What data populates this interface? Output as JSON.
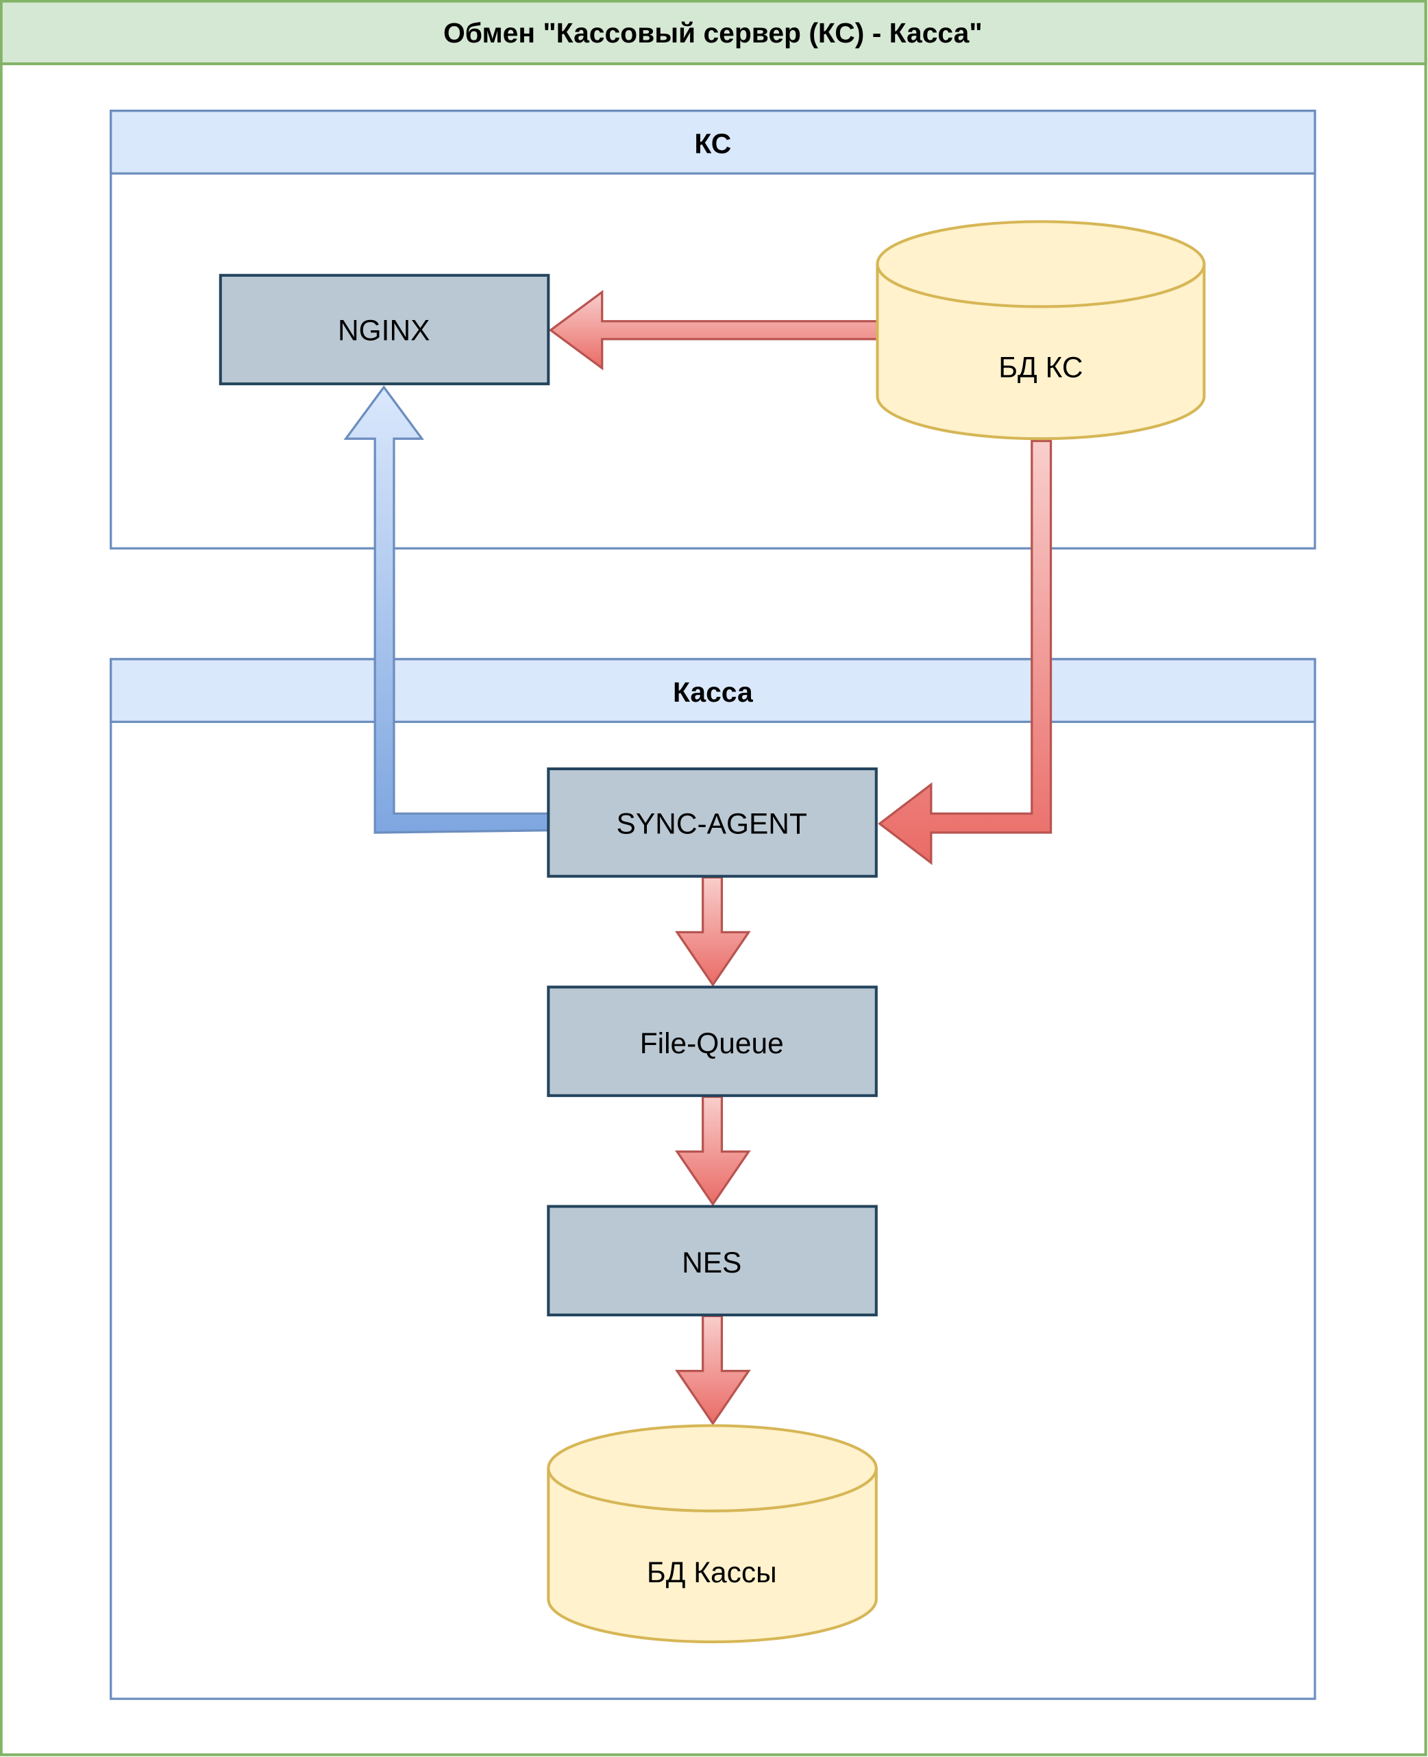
{
  "diagram": {
    "title": "Обмен \"Кассовый сервер (КС) - Касса\"",
    "lanes": {
      "ks": {
        "label": "КС"
      },
      "kassa": {
        "label": "Касса"
      }
    },
    "nodes": {
      "nginx": {
        "label": "NGINX",
        "shape": "process"
      },
      "db_ks": {
        "label": "БД КС",
        "shape": "database"
      },
      "sync_agent": {
        "label": "SYNC-AGENT",
        "shape": "process"
      },
      "file_queue": {
        "label": "File-Queue",
        "shape": "process"
      },
      "nes": {
        "label": "NES",
        "shape": "process"
      },
      "db_kassa": {
        "label": "БД Кассы",
        "shape": "database"
      }
    },
    "edges": [
      {
        "from": "БД КС",
        "to": "NGINX",
        "color": "red"
      },
      {
        "from": "БД КС",
        "to": "SYNC-AGENT",
        "color": "red"
      },
      {
        "from": "SYNC-AGENT",
        "to": "NGINX",
        "color": "blue"
      },
      {
        "from": "SYNC-AGENT",
        "to": "File-Queue",
        "color": "red"
      },
      {
        "from": "File-Queue",
        "to": "NES",
        "color": "red"
      },
      {
        "from": "NES",
        "to": "БД Кассы",
        "color": "red"
      }
    ],
    "colors": {
      "outer_border": "#82b366",
      "outer_header": "#d5e8d4",
      "lane_border": "#6c8ebf",
      "lane_header": "#dae8fc",
      "process_fill": "#bac8d3",
      "process_stroke": "#23445d",
      "db_fill": "#fff2cc",
      "db_stroke": "#d6b656",
      "red_arrow_stroke": "#b85450",
      "blue_arrow_stroke": "#6c8ebf"
    }
  }
}
